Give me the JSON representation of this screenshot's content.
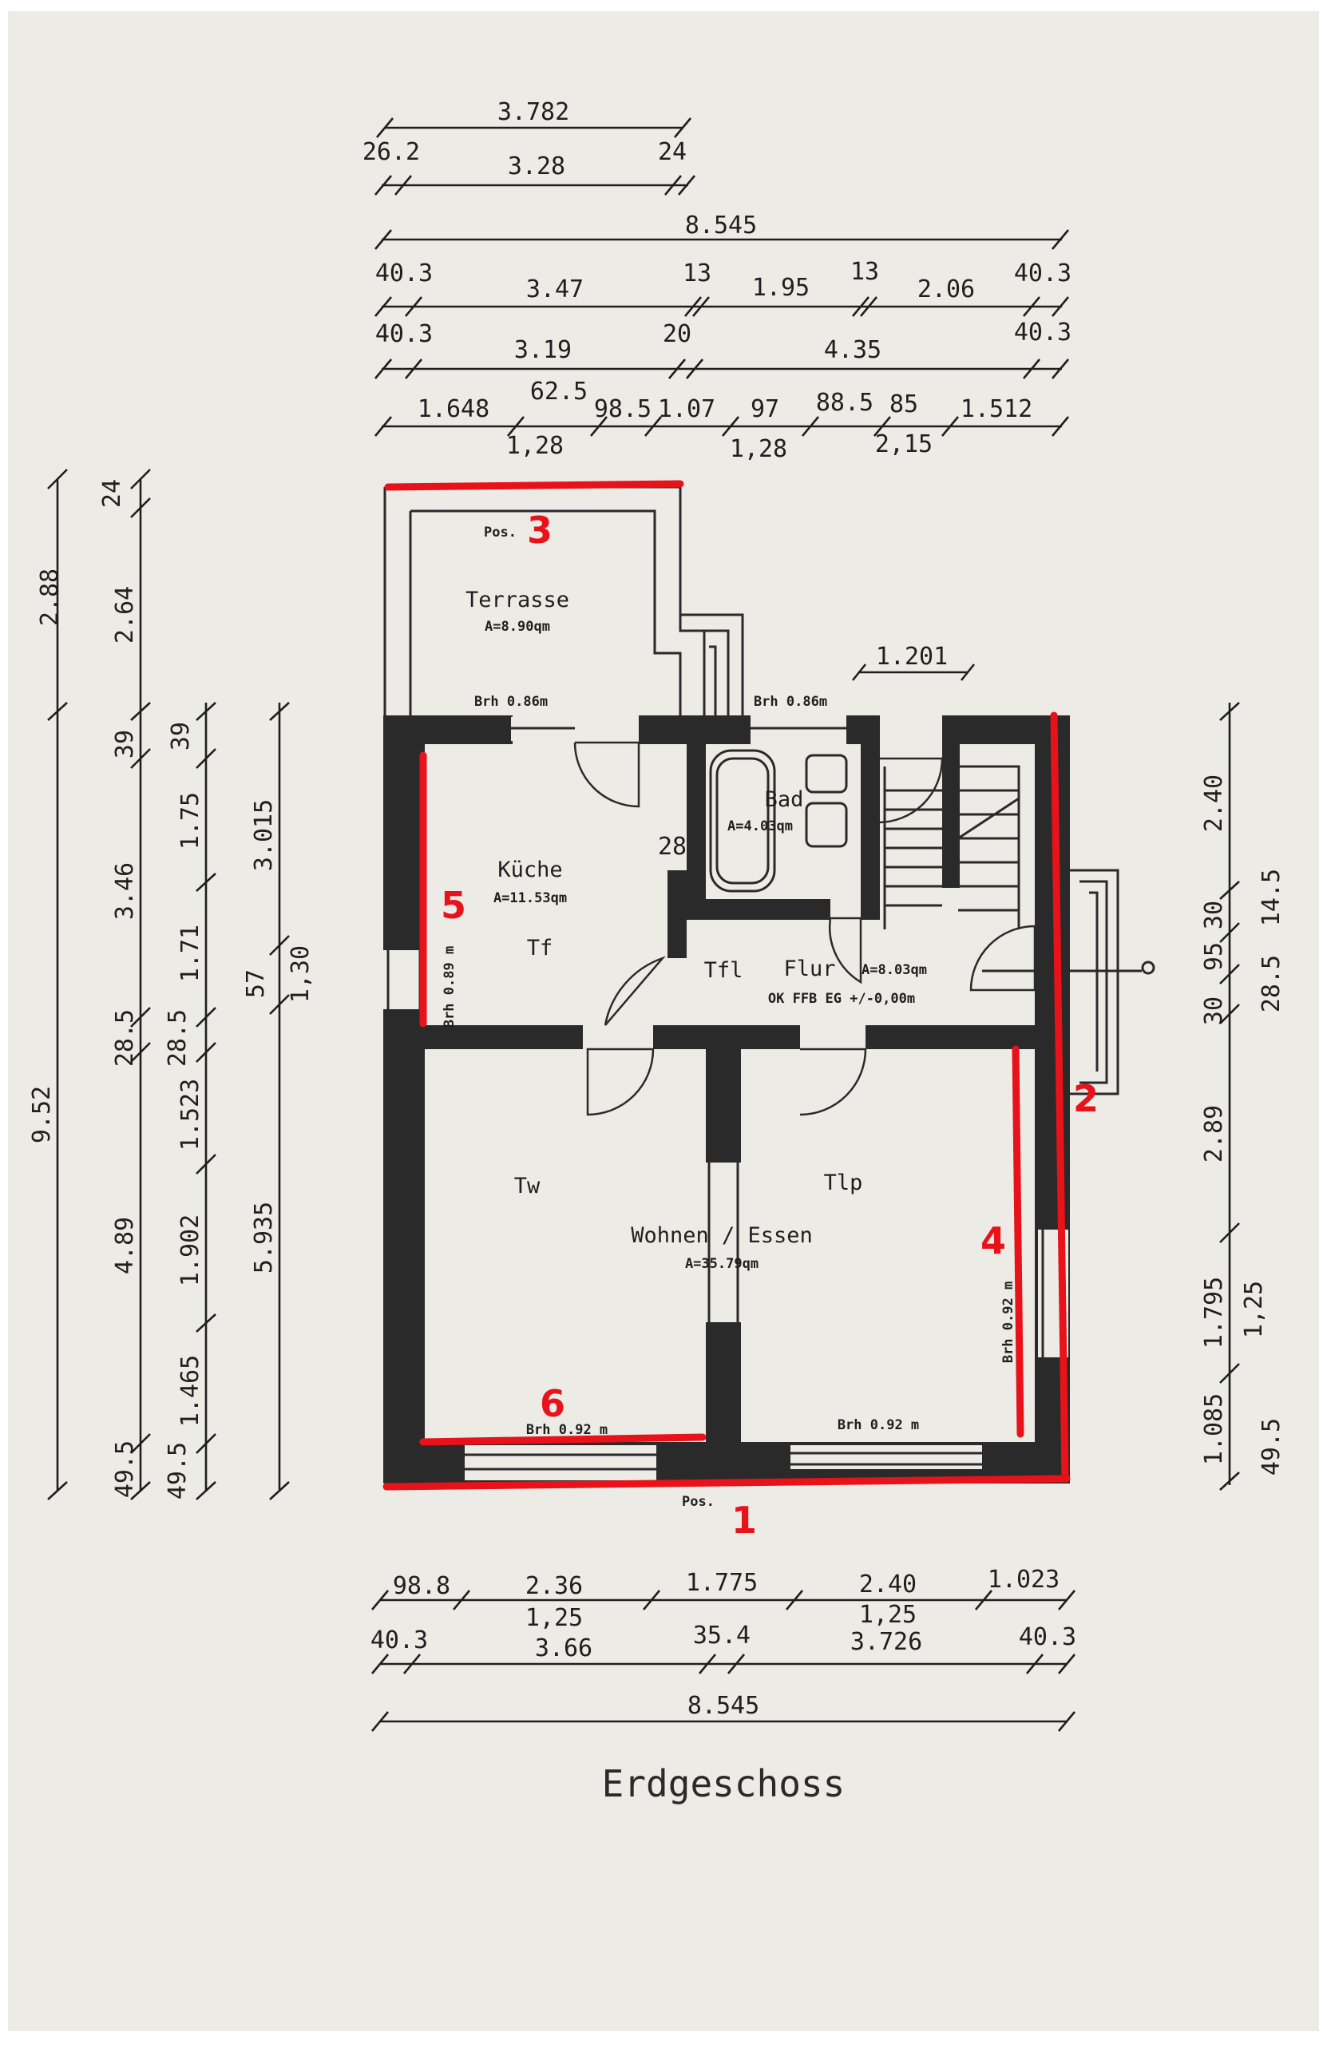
{
  "title": "Erdgeschoss",
  "rooms": {
    "terrasse": {
      "pos": "Pos.",
      "name": "Terrasse",
      "area": "A=8.90qm"
    },
    "kueche": {
      "name": "Küche",
      "area": "A=11.53qm",
      "symbol": "Tf"
    },
    "bad": {
      "name": "Bad",
      "area": "A=4.03qm"
    },
    "flur": {
      "name": "Flur",
      "area": "A=8.03qm",
      "level": "OK FFB EG +/-0,00m",
      "symbol": "Tfl"
    },
    "wohnen": {
      "name": "Wohnen / Essen",
      "area": "A=35.79qm",
      "symbol_left": "Tw",
      "symbol_right": "Tlp"
    },
    "entrance": {
      "pos": "Pos."
    }
  },
  "window_labels": {
    "terrasse_left": "Brh 0.86m",
    "terrasse_right": "Brh 0.86m",
    "kueche_side": "Brh 0.89 m",
    "wohnen_left": "Brh 0.92 m",
    "wohnen_right": "Brh 0.92 m",
    "wohnen_side": "Brh 0.92 m"
  },
  "markers": [
    "1",
    "2",
    "3",
    "4",
    "5",
    "6"
  ],
  "top_dimensions": {
    "row1": [
      "3.782"
    ],
    "row2": [
      "26.2",
      "3.28",
      "24"
    ],
    "row3": [
      "8.545"
    ],
    "row4": [
      "40.3",
      "3.47",
      "13",
      "1.95",
      "13",
      "2.06",
      "40.3"
    ],
    "row5": [
      "40.3",
      "3.19",
      "20",
      "4.35",
      "40.3"
    ],
    "row6": [
      "1.648",
      "62.5",
      "98.5",
      "1.07",
      "97",
      "88.5",
      "85",
      "1.512"
    ],
    "row6_sub": [
      "1,28",
      "1,28",
      "2,15"
    ],
    "stair": "1.201",
    "bad_wall": "28"
  },
  "bottom_dimensions": {
    "row1": [
      "98.8",
      "2.36",
      "1.775",
      "2.40",
      "1.023"
    ],
    "row1_sub": [
      "1,25",
      "1,25"
    ],
    "row2": [
      "40.3",
      "3.66",
      "35.4",
      "3.726",
      "40.3"
    ],
    "row3": [
      "8.545"
    ]
  },
  "left_dimensions": {
    "col1": [
      "9.52"
    ],
    "col2": [
      "2.88",
      "24"
    ],
    "col3": [
      "2.64",
      "39",
      "3.46",
      "28.5",
      "4.89",
      "49.5"
    ],
    "col4": [
      "39",
      "1.75",
      "1.71",
      "28.5",
      "1.523",
      "1.902",
      "1.465",
      "49.5"
    ],
    "col5": [
      "3.015",
      "57",
      "1,30",
      "5.935"
    ]
  },
  "right_dimensions": {
    "col1": [
      "2.40",
      "30",
      "95",
      "30",
      "2.89",
      "1.795",
      "1,25",
      "1.085"
    ],
    "col2": [
      "28.5",
      "14.5",
      "49.5"
    ]
  },
  "colors": {
    "marker": "#e8131a",
    "ink": "#1f1f1f",
    "paper": "#ecebe6"
  }
}
